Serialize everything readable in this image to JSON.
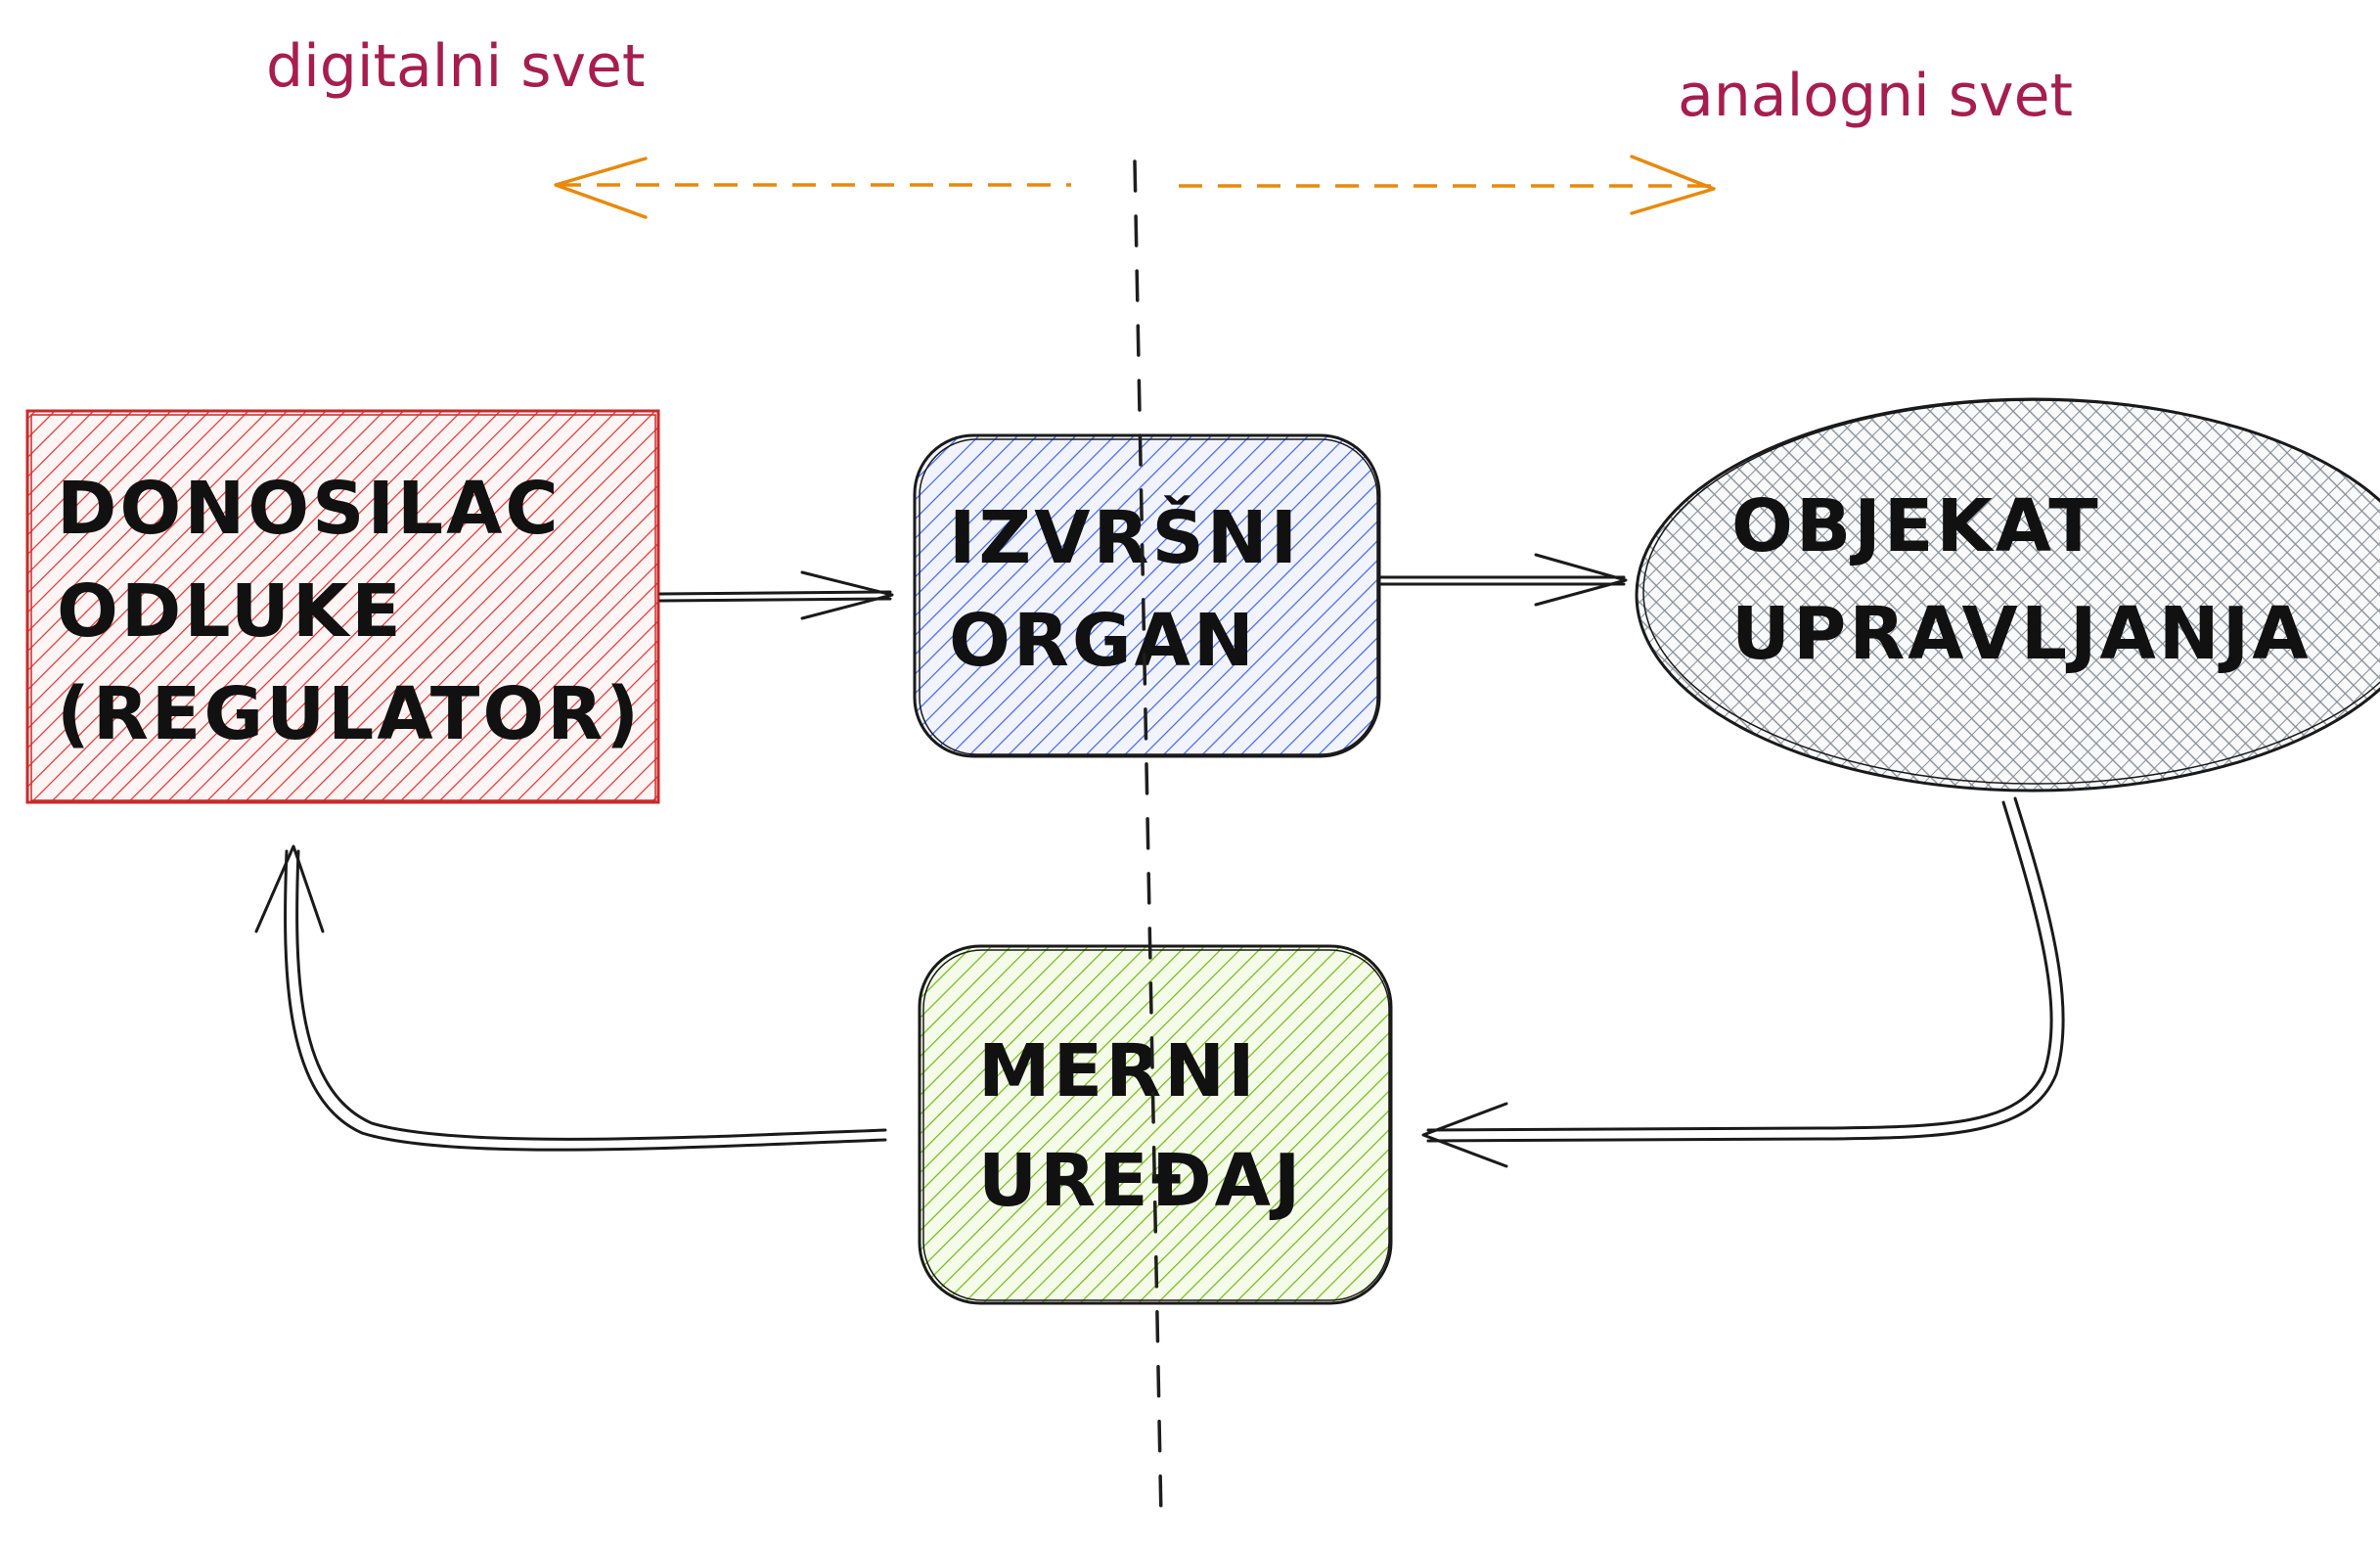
{
  "labels": {
    "digital_world": "digitalni svet",
    "analog_world": "analogni svet"
  },
  "nodes": {
    "regulator": {
      "lines": [
        "DONOSILAC",
        "ODLUKE",
        "(REGULATOR)"
      ],
      "color": "#e03131",
      "shape": "rectangle"
    },
    "actuator": {
      "lines": [
        "IZVRŠNI",
        "ORGAN"
      ],
      "color": "#4263eb",
      "shape": "rounded-rectangle"
    },
    "plant": {
      "lines": [
        "OBJEKAT",
        "UPRAVLJANJA"
      ],
      "color": "#868e96",
      "shape": "ellipse"
    },
    "sensor": {
      "lines": [
        "MERNI",
        "UREĐAJ"
      ],
      "color": "#74b816",
      "shape": "rounded-rectangle"
    }
  },
  "colors": {
    "world_label": "#a61e4d",
    "world_arrow": "#e8890c",
    "boundary_line": "#1e1e1e",
    "edge": "#1a1a1a"
  }
}
